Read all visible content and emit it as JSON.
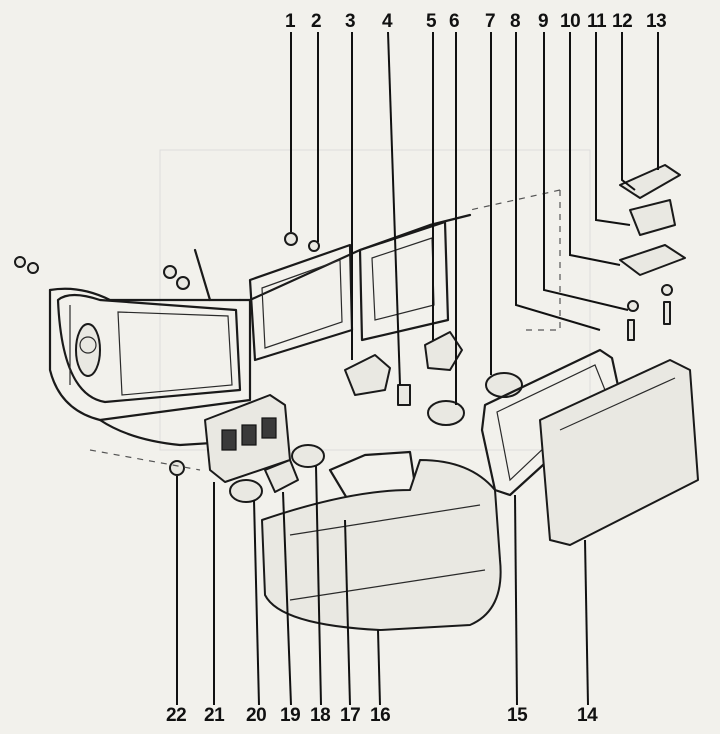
{
  "callouts": {
    "top": [
      "1",
      "2",
      "3",
      "4",
      "5",
      "6",
      "7",
      "8",
      "9",
      "10",
      "11",
      "12",
      "13"
    ],
    "bottom": [
      "22",
      "21",
      "20",
      "19",
      "18",
      "17",
      "16",
      "15",
      "14"
    ]
  }
}
